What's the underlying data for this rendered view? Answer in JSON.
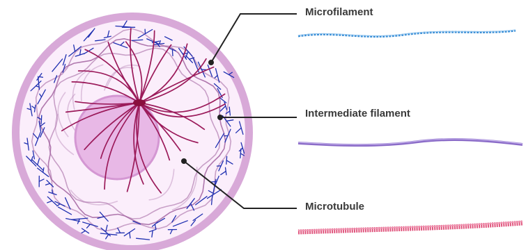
{
  "labels": {
    "microfilament": "Microfilament",
    "intermediate_filament": "Intermediate filament",
    "microtubule": "Microtubule"
  },
  "colors": {
    "membrane": "#d8a9d8",
    "cytoplasm": "#fbeefb",
    "nucleus": "#e8b8e6",
    "nucleus_edge": "#d497d3",
    "microfilament": "#1e2fb0",
    "intermediate": "#a76aa5",
    "microtubule": "#9b1a5a",
    "centrosome": "#8a0f3e",
    "leader": "#222222",
    "sample_microfilament": "#3b8fd6",
    "sample_intermediate": "#8b6cc8",
    "sample_microtubule": "#e0567e"
  },
  "icons": [
    "cell-illustration"
  ]
}
